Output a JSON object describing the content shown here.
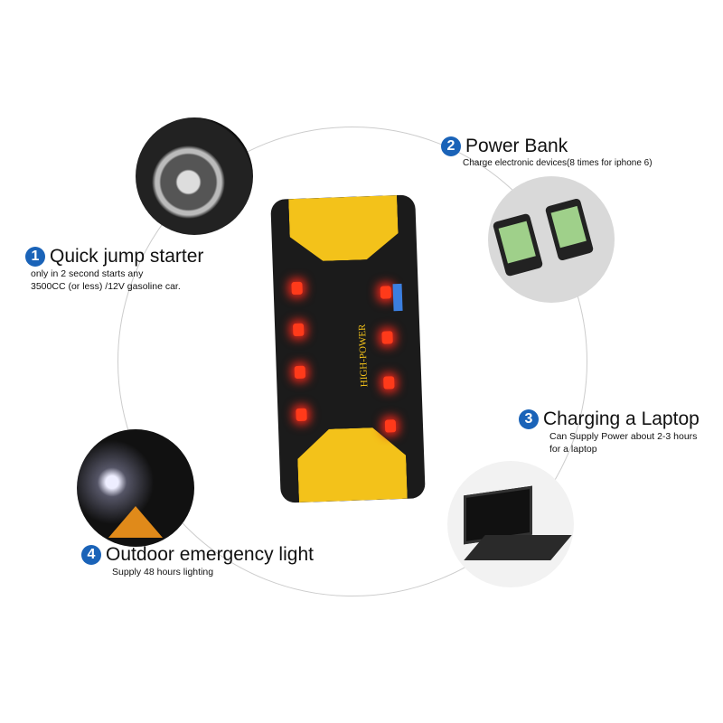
{
  "features": [
    {
      "num": "1",
      "title": "Quick jump starter",
      "desc": [
        "only in 2 second starts any",
        "3500CC (or less) /12V gasoline car."
      ]
    },
    {
      "num": "2",
      "title": "Power Bank",
      "desc": [
        "Charge electronic devices(8 times for iphone 6)"
      ]
    },
    {
      "num": "3",
      "title": "Charging a Laptop",
      "desc": [
        "Can Supply Power about 2-3 hours",
        "for a laptop"
      ]
    },
    {
      "num": "4",
      "title": "Outdoor emergency light",
      "desc": [
        "Supply 48 hours lighting"
      ]
    }
  ],
  "device": {
    "brand": "HIGH-POWER"
  }
}
